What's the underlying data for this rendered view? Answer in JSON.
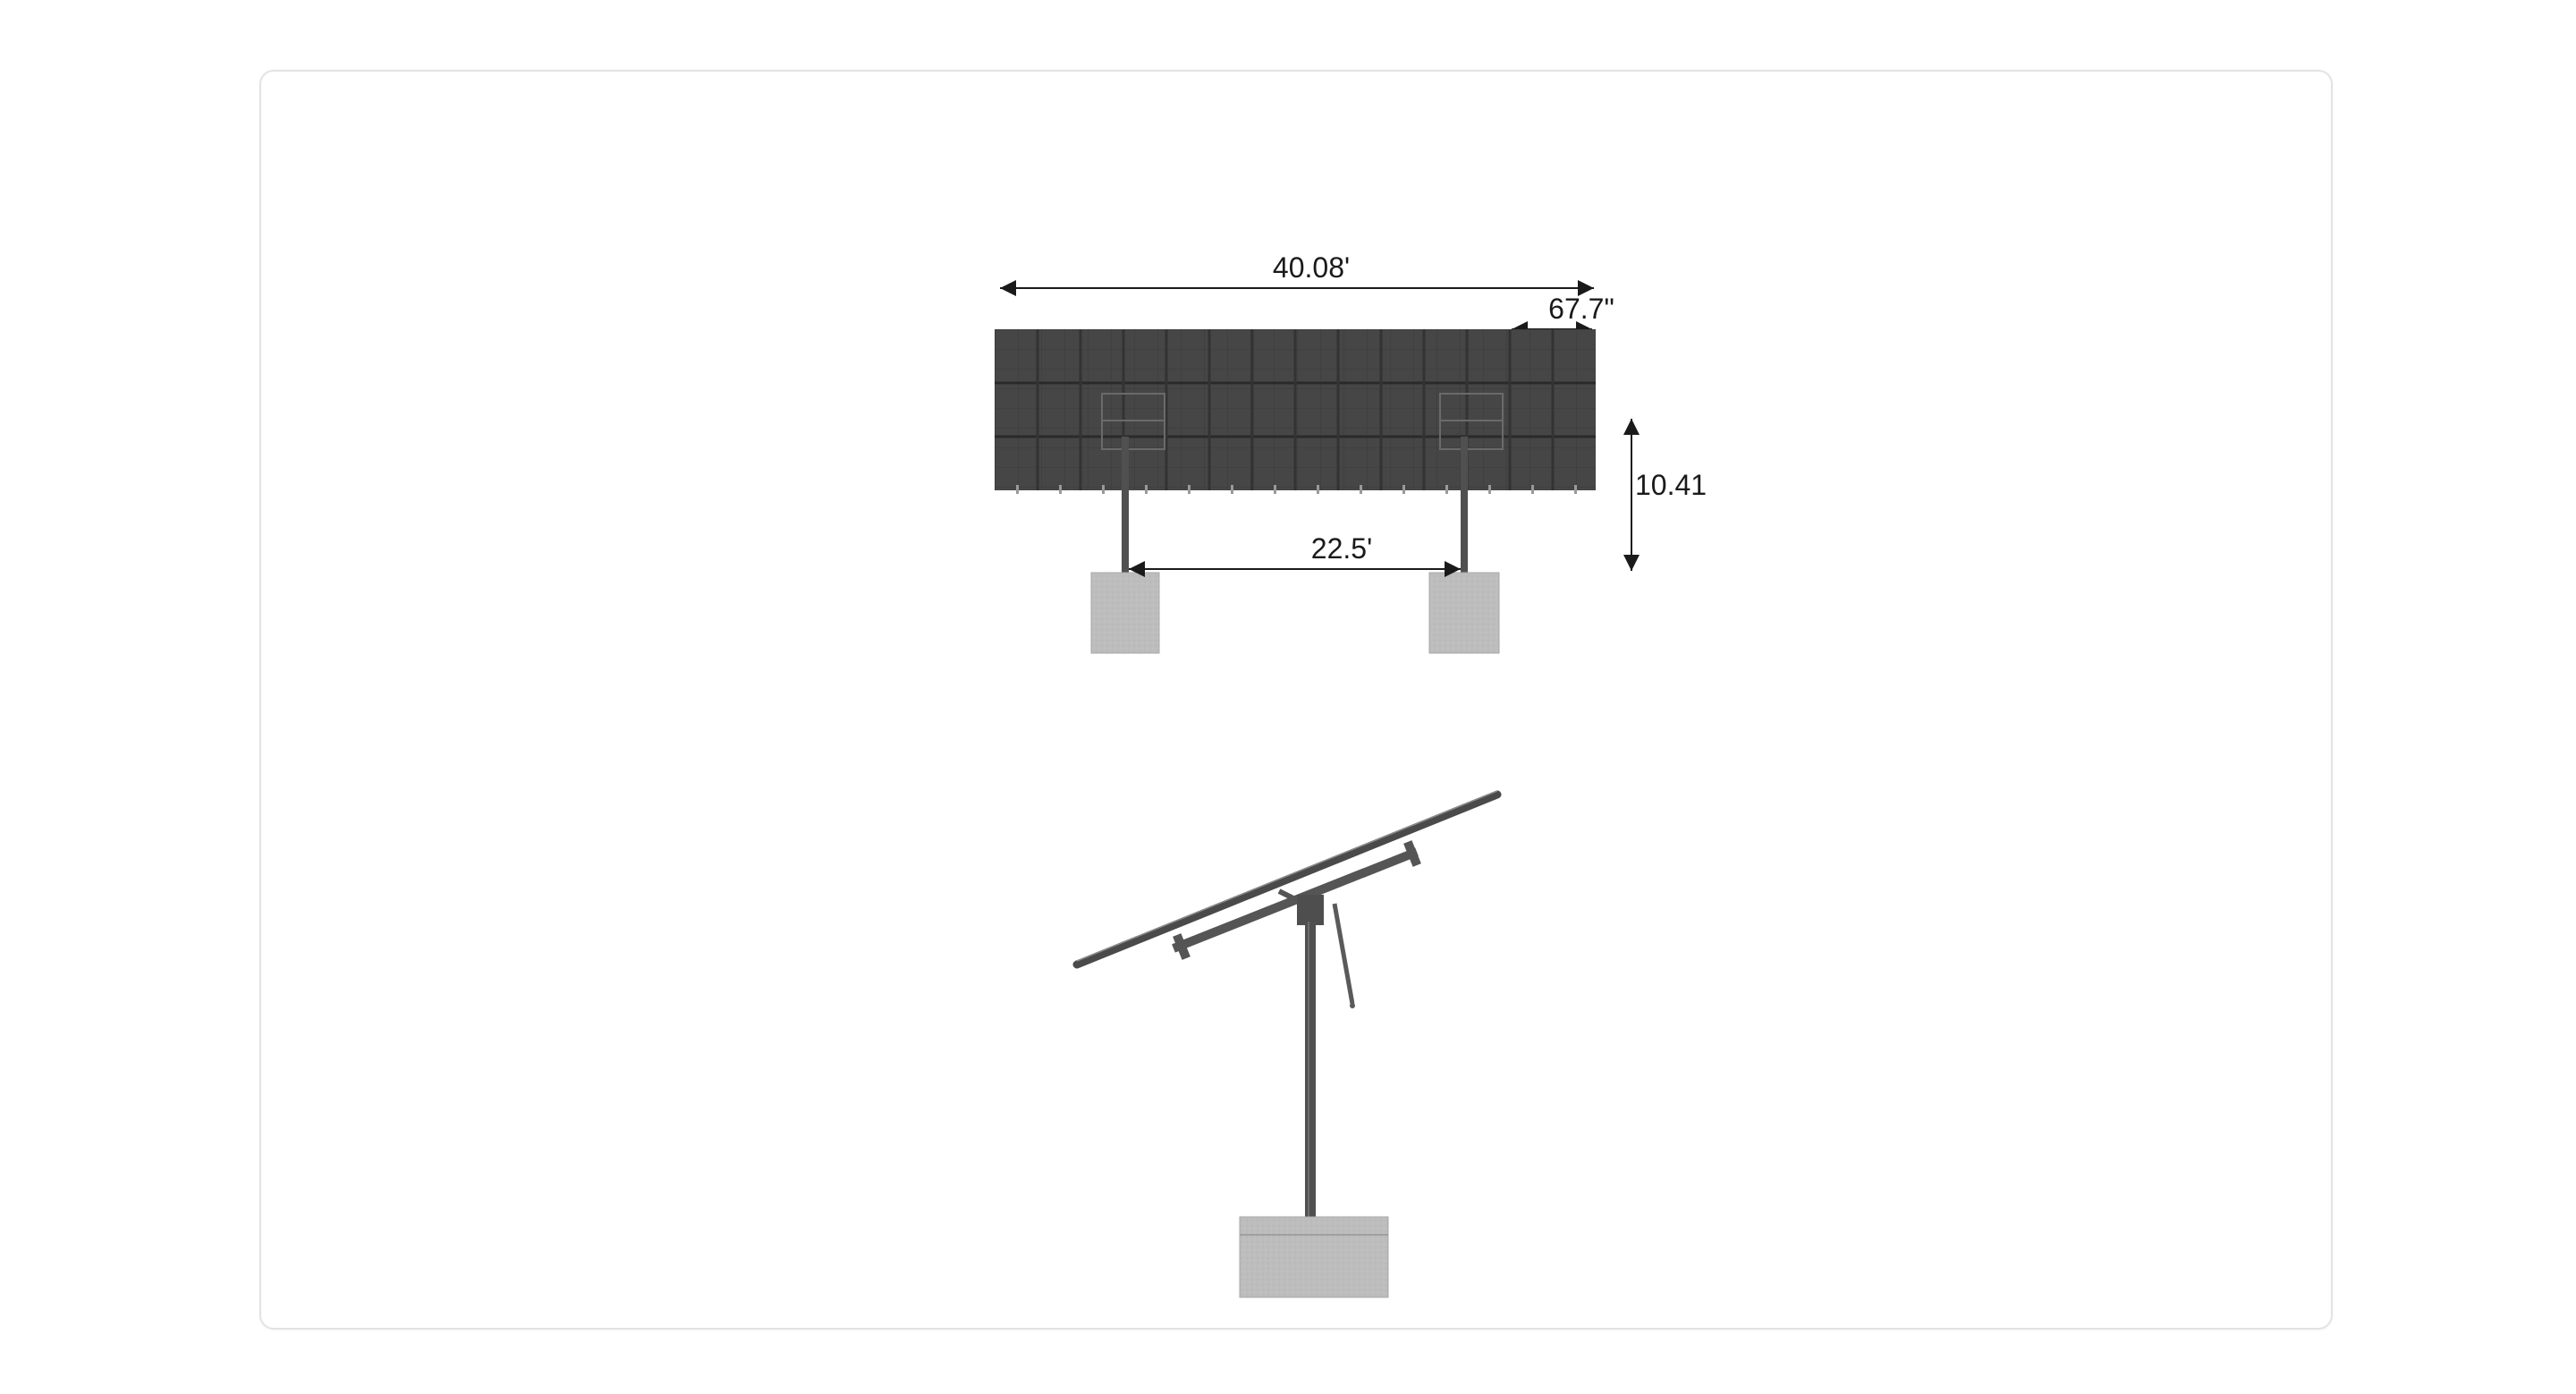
{
  "front_view": {
    "overall_width": "40.08'",
    "module_width": "67.7\"",
    "height": "10.41",
    "post_spacing": "22.5'"
  },
  "colors": {
    "panel": "#464646",
    "panel_grid": "#2f2f2f",
    "steel": "#505050",
    "concrete": "#bdbdbd",
    "dimension": "#1a1a1a",
    "card_border": "#e3e3e3"
  }
}
